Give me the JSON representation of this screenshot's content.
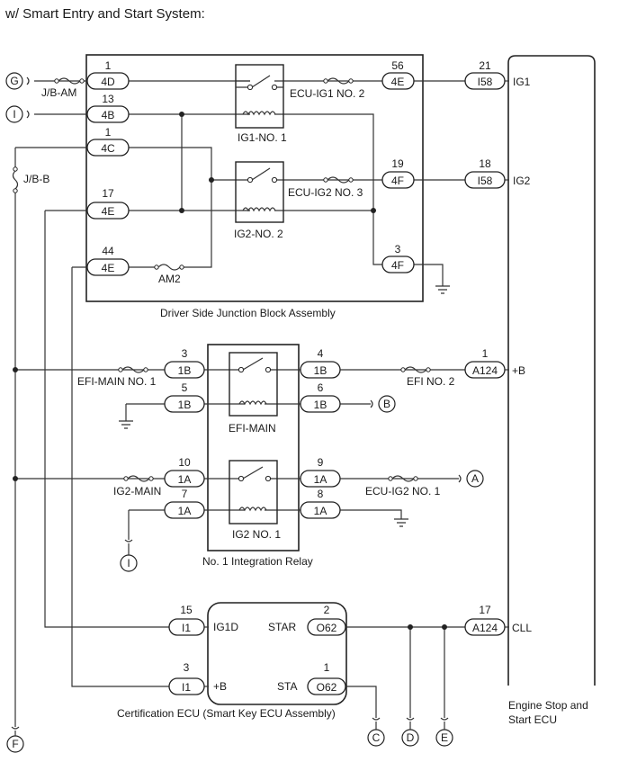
{
  "header": {
    "title": "w/ Smart Entry and Start System:"
  },
  "connectors": {
    "G": "G",
    "I": "I",
    "I2": "I",
    "A": "A",
    "B": "B",
    "C": "C",
    "D": "D",
    "E": "E",
    "F": "F"
  },
  "labels": {
    "jb_am": "J/B-AM",
    "jb_b": "J/B-B",
    "am2": "AM2",
    "ecu_ig1_no2": "ECU-IG1 NO. 2",
    "ecu_ig2_no3": "ECU-IG2 NO. 3",
    "ig1_no1": "IG1-NO. 1",
    "ig2_no2": "IG2-NO. 2",
    "djb": "Driver Side Junction Block Assembly",
    "efi_main_no1": "EFI-MAIN NO. 1",
    "efi_no2": "EFI NO. 2",
    "efi_main": "EFI-MAIN",
    "ig2_main": "IG2-MAIN",
    "ecu_ig2_no1": "ECU-IG2 NO. 1",
    "ig2_no1": "IG2 NO. 1",
    "ir1": "No. 1 Integration Relay",
    "cert_ecu": "Certification ECU (Smart Key ECU Assembly)",
    "ig1d": "IG1D",
    "plusb_cert": "+B",
    "star": "STAR",
    "sta": "STA",
    "ig1": "IG1",
    "ig2": "IG2",
    "plusb": "+B",
    "cll": "CLL",
    "esse_1": "Engine Stop and",
    "esse_2": "Start ECU"
  },
  "pins": {
    "p4d_num": "1",
    "p4d": "4D",
    "p4b_num": "13",
    "p4b": "4B",
    "p4c_num": "1",
    "p4c": "4C",
    "p4e17_num": "17",
    "p4e17": "4E",
    "p4e44_num": "44",
    "p4e44": "4E",
    "p4e56_num": "56",
    "p4e56": "4E",
    "p4f19_num": "19",
    "p4f19": "4F",
    "p4f3_num": "3",
    "p4f3": "4F",
    "i58_21_num": "21",
    "i58_21": "I58",
    "i58_18_num": "18",
    "i58_18": "I58",
    "b1b3_num": "3",
    "b1b3": "1B",
    "b1b5_num": "5",
    "b1b5": "1B",
    "b1b4_num": "4",
    "b1b4": "1B",
    "b1b6_num": "6",
    "b1b6": "1B",
    "a1a10_num": "10",
    "a1a10": "1A",
    "a1a7_num": "7",
    "a1a7": "1A",
    "a1a9_num": "9",
    "a1a9": "1A",
    "a1a8_num": "8",
    "a1a8": "1A",
    "a124_1_num": "1",
    "a124_1": "A124",
    "a124_17_num": "17",
    "a124_17": "A124",
    "i1_15_num": "15",
    "i1_15": "I1",
    "i1_3_num": "3",
    "i1_3": "I1",
    "o62_2_num": "2",
    "o62_2": "O62",
    "o62_1_num": "1",
    "o62_1": "O62"
  }
}
